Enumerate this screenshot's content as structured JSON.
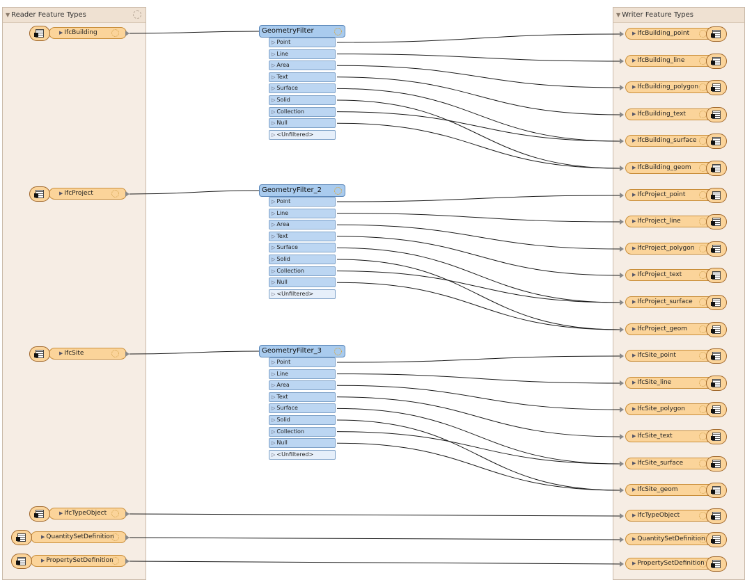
{
  "reader_bookmark": {
    "title": "Reader Feature Types"
  },
  "writer_bookmark": {
    "title": "Writer Feature Types"
  },
  "colors": {
    "feature_type": "#fbd49a",
    "transformer": "#a9cbee",
    "bookmark_bg": "#f6ede4",
    "link": "#1a1a1a"
  },
  "readers": [
    {
      "id": "r_building",
      "label": "IfcBuilding"
    },
    {
      "id": "r_project",
      "label": "IfcProject"
    },
    {
      "id": "r_site",
      "label": "IfcSite"
    },
    {
      "id": "r_typeobject",
      "label": "IfcTypeObject"
    },
    {
      "id": "r_quantity",
      "label": "QuantitySetDefinition"
    },
    {
      "id": "r_property",
      "label": "PropertySetDefinition"
    }
  ],
  "transformers": [
    {
      "id": "gf1",
      "label": "GeometryFilter",
      "ports": [
        "Point",
        "Line",
        "Area",
        "Text",
        "Surface",
        "Solid",
        "Collection",
        "Null",
        "<Unfiltered>"
      ]
    },
    {
      "id": "gf2",
      "label": "GeometryFilter_2",
      "ports": [
        "Point",
        "Line",
        "Area",
        "Text",
        "Surface",
        "Solid",
        "Collection",
        "Null",
        "<Unfiltered>"
      ]
    },
    {
      "id": "gf3",
      "label": "GeometryFilter_3",
      "ports": [
        "Point",
        "Line",
        "Area",
        "Text",
        "Surface",
        "Solid",
        "Collection",
        "Null",
        "<Unfiltered>"
      ]
    }
  ],
  "writers": [
    {
      "id": "w1",
      "label": "IfcBuilding_point"
    },
    {
      "id": "w2",
      "label": "IfcBuilding_line"
    },
    {
      "id": "w3",
      "label": "IfcBuilding_polygon"
    },
    {
      "id": "w4",
      "label": "IfcBuilding_text"
    },
    {
      "id": "w5",
      "label": "IfcBuilding_surface"
    },
    {
      "id": "w6",
      "label": "IfcBuilding_geom"
    },
    {
      "id": "w7",
      "label": "IfcProject_point"
    },
    {
      "id": "w8",
      "label": "IfcProject_line"
    },
    {
      "id": "w9",
      "label": "IfcProject_polygon"
    },
    {
      "id": "w10",
      "label": "IfcProject_text"
    },
    {
      "id": "w11",
      "label": "IfcProject_surface"
    },
    {
      "id": "w12",
      "label": "IfcProject_geom"
    },
    {
      "id": "w13",
      "label": "IfcSite_point"
    },
    {
      "id": "w14",
      "label": "IfcSite_line"
    },
    {
      "id": "w15",
      "label": "IfcSite_polygon"
    },
    {
      "id": "w16",
      "label": "IfcSite_text"
    },
    {
      "id": "w17",
      "label": "IfcSite_surface"
    },
    {
      "id": "w18",
      "label": "IfcSite_geom"
    },
    {
      "id": "w19",
      "label": "IfcTypeObject"
    },
    {
      "id": "w20",
      "label": "QuantitySetDefinition"
    },
    {
      "id": "w21",
      "label": "PropertySetDefinition"
    }
  ],
  "connections": [
    [
      "r_building",
      "gf1",
      ""
    ],
    [
      "r_project",
      "gf2",
      ""
    ],
    [
      "r_site",
      "gf3",
      ""
    ],
    [
      "gf1",
      "w1",
      "Point"
    ],
    [
      "gf1",
      "w2",
      "Line"
    ],
    [
      "gf1",
      "w3",
      "Area"
    ],
    [
      "gf1",
      "w4",
      "Text"
    ],
    [
      "gf1",
      "w5",
      "Surface"
    ],
    [
      "gf1",
      "w6",
      "Solid"
    ],
    [
      "gf1",
      "w5",
      "Collection"
    ],
    [
      "gf1",
      "w6",
      "Null"
    ],
    [
      "gf2",
      "w7",
      "Point"
    ],
    [
      "gf2",
      "w8",
      "Line"
    ],
    [
      "gf2",
      "w9",
      "Area"
    ],
    [
      "gf2",
      "w10",
      "Text"
    ],
    [
      "gf2",
      "w11",
      "Surface"
    ],
    [
      "gf2",
      "w12",
      "Solid"
    ],
    [
      "gf2",
      "w11",
      "Collection"
    ],
    [
      "gf2",
      "w12",
      "Null"
    ],
    [
      "gf3",
      "w13",
      "Point"
    ],
    [
      "gf3",
      "w14",
      "Line"
    ],
    [
      "gf3",
      "w15",
      "Area"
    ],
    [
      "gf3",
      "w16",
      "Text"
    ],
    [
      "gf3",
      "w17",
      "Surface"
    ],
    [
      "gf3",
      "w18",
      "Solid"
    ],
    [
      "gf3",
      "w17",
      "Collection"
    ],
    [
      "gf3",
      "w18",
      "Null"
    ],
    [
      "r_typeobject",
      "w19",
      ""
    ],
    [
      "r_quantity",
      "w20",
      ""
    ],
    [
      "r_property",
      "w21",
      ""
    ]
  ]
}
